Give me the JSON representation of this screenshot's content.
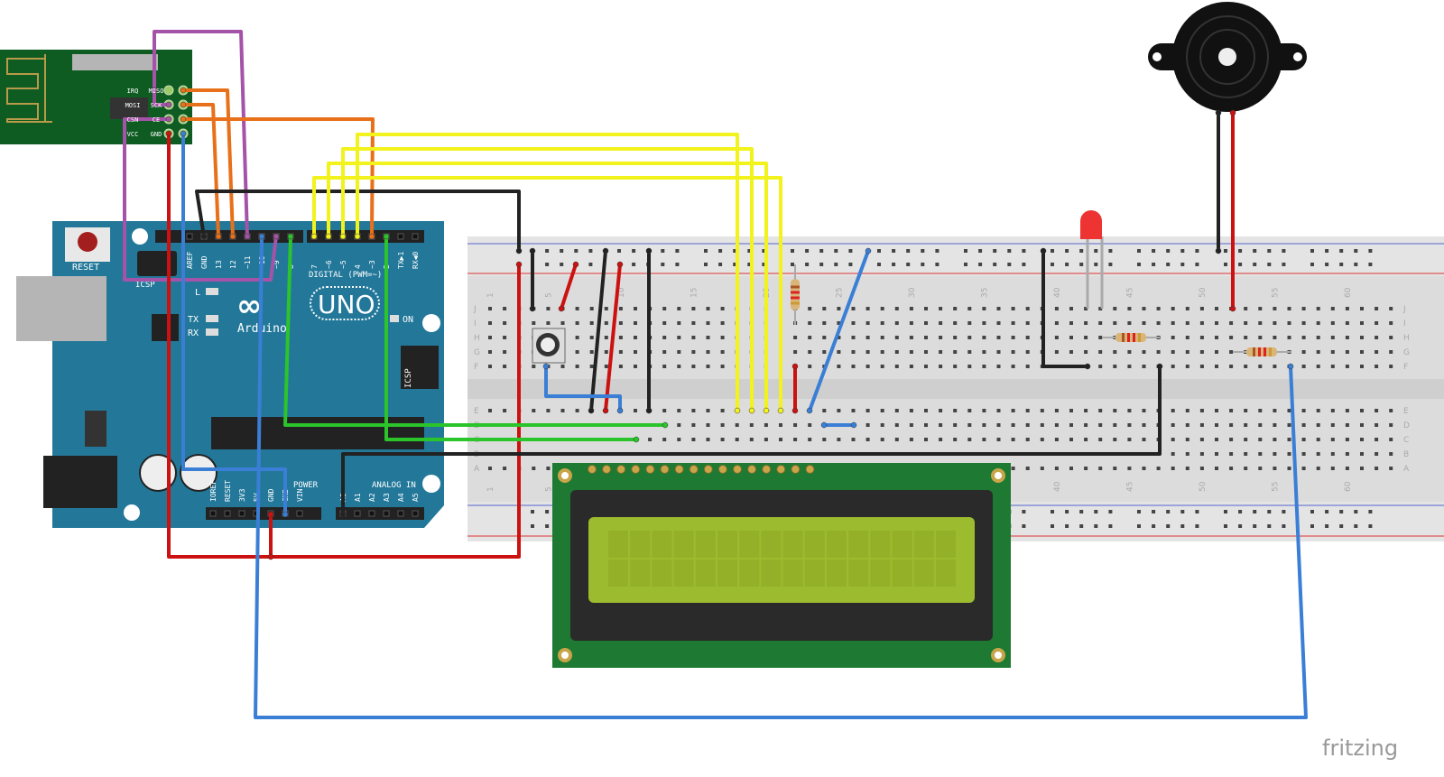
{
  "nrf_module": {
    "pin_labels": [
      "IRQ",
      "MISO",
      "MOSI",
      "SCK",
      "CSN",
      "CE",
      "VCC",
      "GND"
    ]
  },
  "arduino": {
    "reset_label": "RESET",
    "icsp_label": "ICSP",
    "icsp2_label": "ICSP",
    "logo_text": "UNO",
    "brand": "Arduino",
    "led_labels": [
      "L",
      "TX",
      "RX",
      "ON"
    ],
    "digital_label": "DIGITAL (PWM=~)",
    "digital_pins": [
      "AREF",
      "GND",
      "13",
      "12",
      "~11",
      "~10",
      "~9",
      "8",
      "7",
      "~6",
      "~5",
      "4",
      "~3",
      "2",
      "TX▶1",
      "RX◀0"
    ],
    "power_label": "POWER",
    "power_pins": [
      "IOREF",
      "RESET",
      "3V3",
      "5V",
      "GND",
      "GND",
      "VIN"
    ],
    "analog_label": "ANALOG IN",
    "analog_pins": [
      "A0",
      "A1",
      "A2",
      "A3",
      "A4",
      "A5"
    ]
  },
  "breadboard": {
    "column_numbers": [
      "1",
      "5",
      "10",
      "15",
      "20",
      "25",
      "30",
      "35",
      "40",
      "45",
      "50",
      "55",
      "60"
    ],
    "row_letters_top": [
      "J",
      "I",
      "H",
      "G",
      "F"
    ],
    "row_letters_bottom": [
      "E",
      "D",
      "C",
      "B",
      "A"
    ]
  },
  "watermark": "fritzing",
  "colors": {
    "arduino": "#23789a",
    "nrf": "#0f5c22",
    "lcd_board": "#1e7a33",
    "lcd_screen": "#9dbb2e",
    "breadboard": "#dcdcdc",
    "wire_red": "#cc1111",
    "wire_blue": "#3a7fd5",
    "wire_black": "#222222",
    "wire_yellow": "#f2f21c",
    "wire_orange": "#e8701a",
    "wire_purple": "#a553a8",
    "wire_green": "#2bc42b"
  }
}
